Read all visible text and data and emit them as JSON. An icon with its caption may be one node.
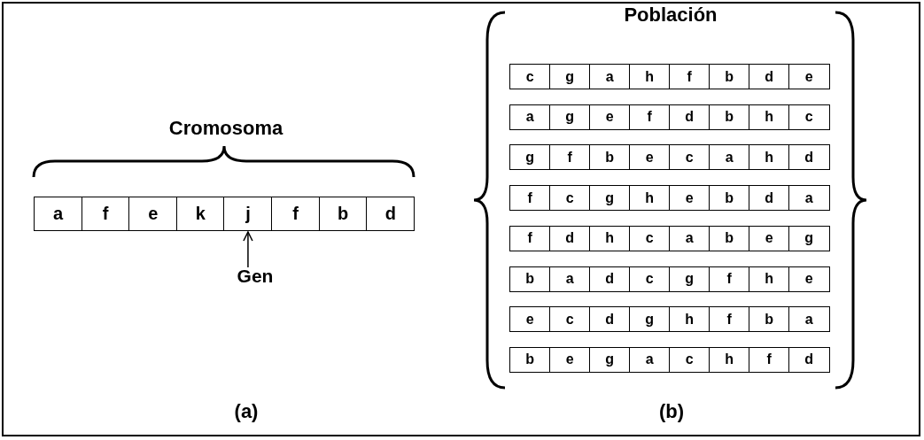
{
  "diagram": {
    "nodes": [
      {
        "text": [
          "a"
        ]
      },
      {
        "text": [
          "f"
        ]
      },
      {
        "text": [
          "e"
        ]
      },
      {
        "text": [
          "k"
        ]
      },
      {
        "text": [
          "j"
        ]
      },
      {
        "text": [
          "f"
        ]
      },
      {
        "text": [
          "b"
        ]
      },
      {
        "text": [
          "d"
        ]
      },
      {
        "text": [
          "Gen"
        ]
      }
    ],
    "edges": [
      {
        "from": 8,
        "to": 4,
        "arrow": "to"
      }
    ],
    "labels": [
      "Cromosoma",
      "Población",
      "c",
      "g",
      "a",
      "h",
      "f",
      "b",
      "d",
      "e",
      "a",
      "g",
      "e",
      "f",
      "d",
      "b",
      "h",
      "c",
      "g",
      "f",
      "b",
      "e",
      "c",
      "a",
      "h",
      "d",
      "f",
      "c",
      "g",
      "h",
      "e",
      "b",
      "d",
      "a",
      "f",
      "d",
      "h",
      "c",
      "a",
      "b",
      "e",
      "g",
      "b",
      "a",
      "d",
      "c",
      "g",
      "f",
      "h",
      "e",
      "e",
      "c",
      "d",
      "g",
      "h",
      "f",
      "b",
      "a",
      "b",
      "e",
      "g",
      "a",
      "c",
      "h",
      "f",
      "d",
      "(a)",
      "(b)"
    ]
  }
}
